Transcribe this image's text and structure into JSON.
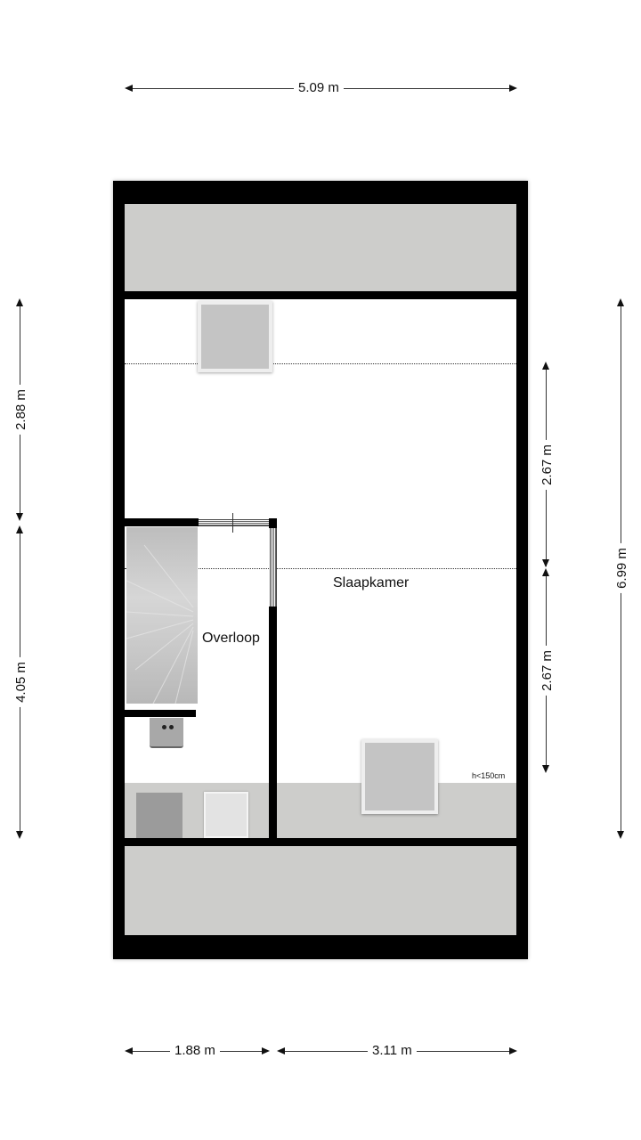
{
  "plan": {
    "rooms": {
      "bedroom": "Slaapkamer",
      "landing": "Overloop"
    },
    "height_note": "h<150cm"
  },
  "dimensions": {
    "top_width": "5.09 m",
    "left_upper": "2.88 m",
    "left_lower": "4.05 m",
    "right_upper": "2.67 m",
    "right_lower": "2.67 m",
    "right_total": "6.99 m",
    "bottom_left": "1.88 m",
    "bottom_right": "3.11 m"
  },
  "colors": {
    "wall": "#000000",
    "low_ceiling_area": "#cdcdcb",
    "skylight": "#c4c4c4",
    "background": "#ffffff"
  }
}
